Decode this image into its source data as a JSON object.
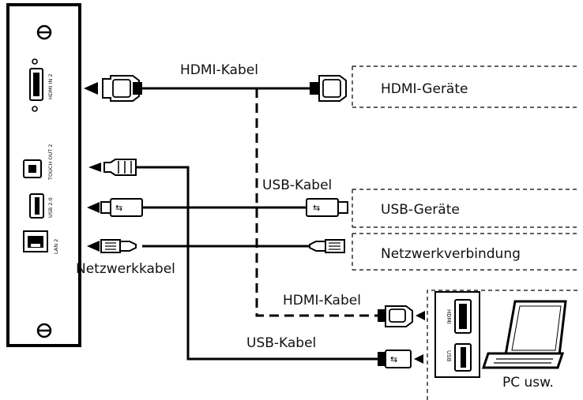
{
  "panel": {
    "ports": {
      "hdmi_in": "HDMI IN 2",
      "touch_out": "TOUCH OUT 2",
      "usb": "USB 2.0",
      "lan": "LAN 2"
    }
  },
  "labels": {
    "hdmi_cable_top": "HDMI-Kabel",
    "usb_cable_mid": "USB-Kabel",
    "network_cable": "Netzwerkkabel",
    "hdmi_cable_bottom": "HDMI-Kabel",
    "usb_cable_bottom": "USB-Kabel"
  },
  "devices": {
    "hdmi_devices": "HDMI-Geräte",
    "usb_devices": "USB-Geräte",
    "network": "Netzwerkverbindung",
    "pc": "PC usw."
  },
  "pc_ports": {
    "hdmi": "HDMI",
    "usb": "USB"
  }
}
